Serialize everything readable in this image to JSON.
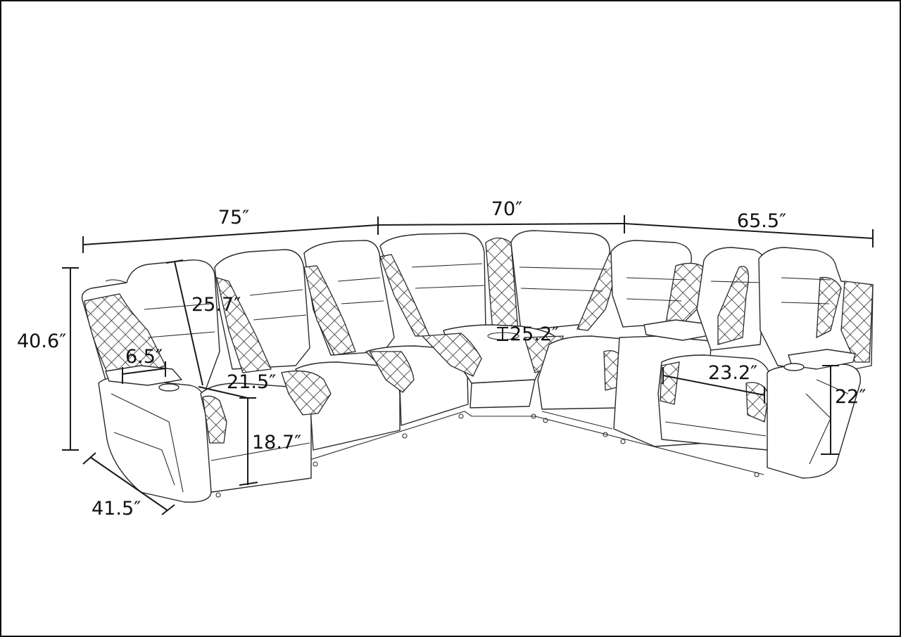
{
  "dimensions": {
    "left_section_width": "75″",
    "middle_section_width": "70″",
    "right_section_width": "65.5″",
    "overall_height": "40.6″",
    "back_height": "25.7″",
    "arm_width": "6.5″",
    "seat_width": "21.5″",
    "seat_height": "18.7″",
    "depth": "41.5″",
    "wedge_depth": "25.2″",
    "right_seat_width": "23.2″",
    "arm_height": "22″"
  },
  "colors": {
    "line": "#1a1a1a",
    "background": "#ffffff"
  }
}
